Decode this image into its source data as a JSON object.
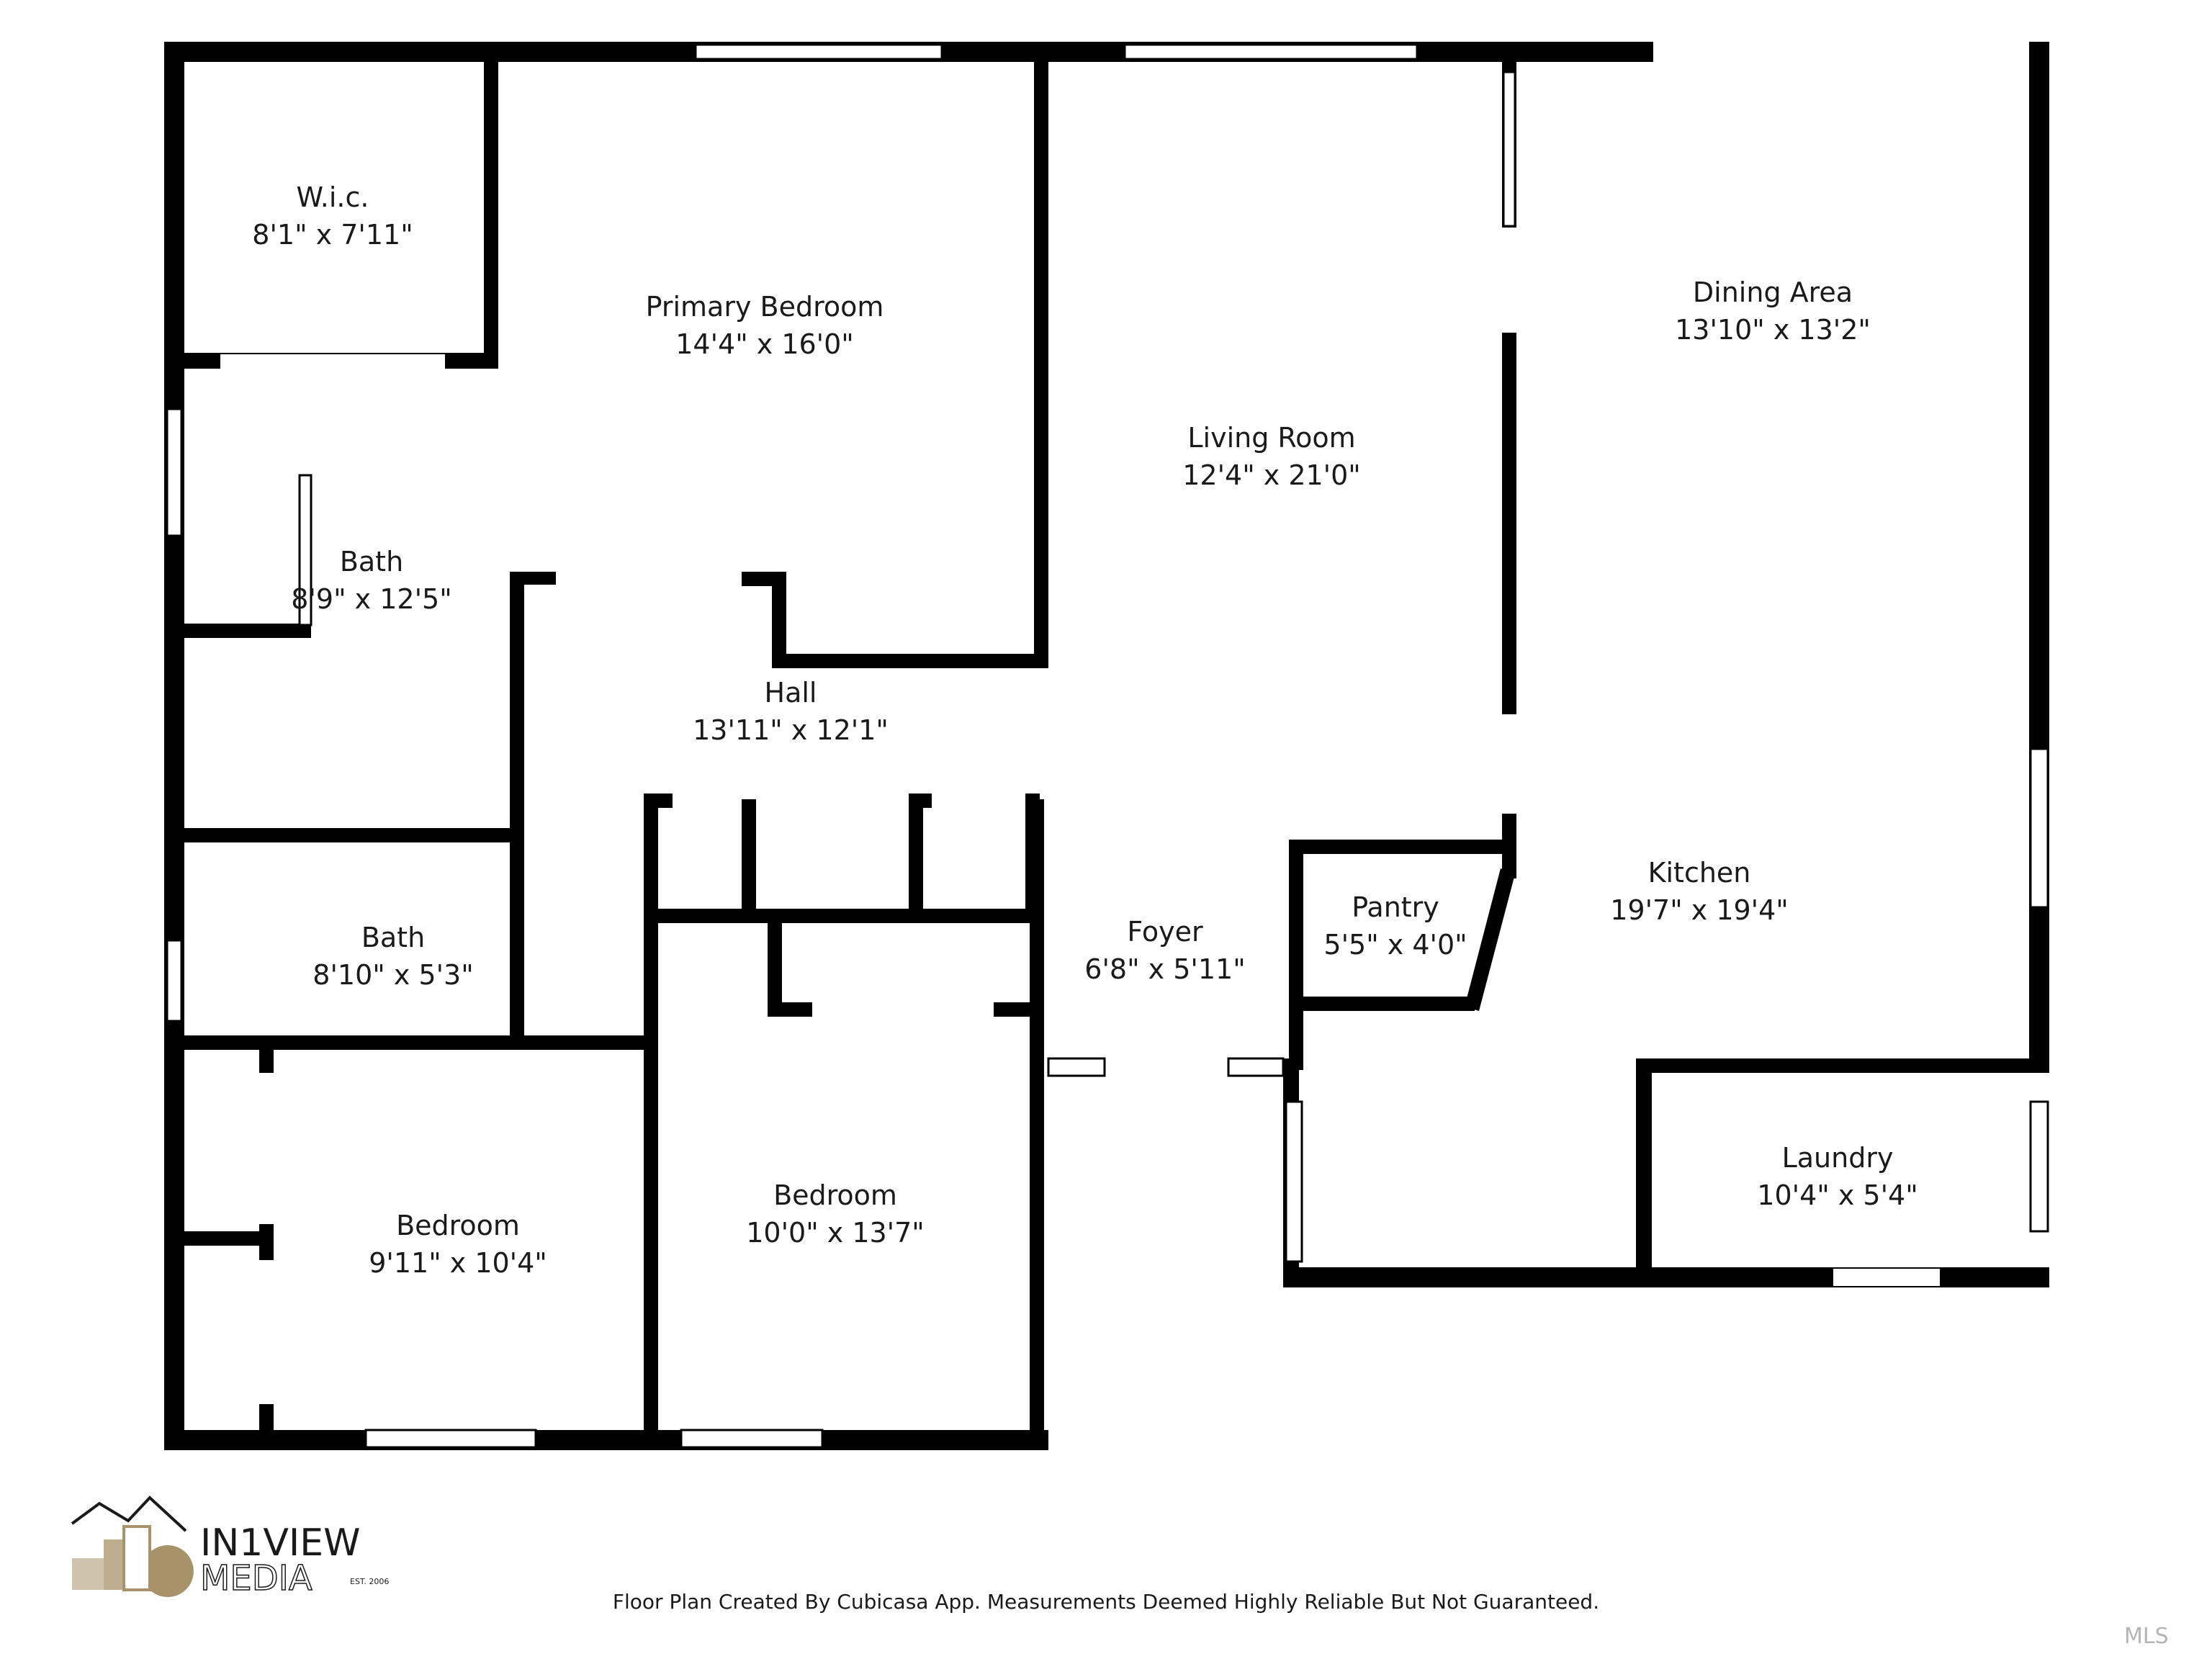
{
  "rooms": [
    {
      "key": "wic",
      "name": "W.i.c.",
      "dims": "8'1\" x 7'11\""
    },
    {
      "key": "primary_bedroom",
      "name": "Primary Bedroom",
      "dims": "14'4\" x 16'0\""
    },
    {
      "key": "living_room",
      "name": "Living Room",
      "dims": "12'4\" x 21'0\""
    },
    {
      "key": "dining_area",
      "name": "Dining Area",
      "dims": "13'10\" x 13'2\""
    },
    {
      "key": "bath_primary",
      "name": "Bath",
      "dims": "8'9\" x 12'5\""
    },
    {
      "key": "hall",
      "name": "Hall",
      "dims": "13'11\" x 12'1\""
    },
    {
      "key": "bath_hall",
      "name": "Bath",
      "dims": "8'10\" x 5'3\""
    },
    {
      "key": "foyer",
      "name": "Foyer",
      "dims": "6'8\" x 5'11\""
    },
    {
      "key": "pantry",
      "name": "Pantry",
      "dims": "5'5\" x 4'0\""
    },
    {
      "key": "kitchen",
      "name": "Kitchen",
      "dims": "19'7\" x 19'4\""
    },
    {
      "key": "bedroom_left",
      "name": "Bedroom",
      "dims": "9'11\" x 10'4\""
    },
    {
      "key": "bedroom_middle",
      "name": "Bedroom",
      "dims": "10'0\" x 13'7\""
    },
    {
      "key": "laundry",
      "name": "Laundry",
      "dims": "10'4\" x 5'4\""
    }
  ],
  "footer": "Floor Plan Created By Cubicasa App. Measurements Deemed Highly Reliable But Not Guaranteed.",
  "logo": {
    "brand_top": "IN1VIEW",
    "brand_bottom": "MEDIA",
    "est": "EST. 2006",
    "gold": "#a8926a"
  },
  "mls_mark": "MLS",
  "colors": {
    "wall": "#000000",
    "window": "#ffffff",
    "label": "#1a1a1a"
  }
}
